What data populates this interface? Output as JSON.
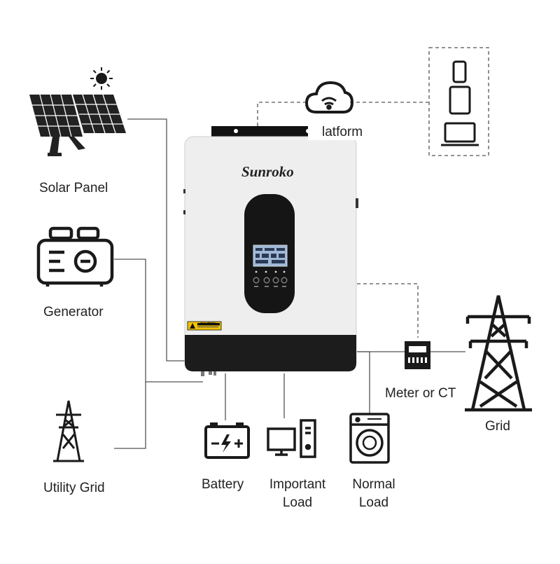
{
  "nodes": {
    "solar_panel": "Solar Panel",
    "generator": "Generator",
    "utility_grid": "Utility Grid",
    "battery": "Battery",
    "important_load_line1": "Important",
    "important_load_line2": "Load",
    "normal_load_line1": "Normal",
    "normal_load_line2": "Load",
    "meter": "Meter or CT",
    "grid": "Grid",
    "platform_partial": "latform"
  },
  "inverter": {
    "brand": "Sunroko",
    "caution_label": "CAUTION"
  },
  "icons": [
    "sun-icon",
    "solar-panel-icon",
    "generator-icon",
    "pylon-icon",
    "battery-icon",
    "computer-icon",
    "washing-machine-icon",
    "meter-icon",
    "cloud-wifi-icon",
    "phone-icon",
    "tablet-icon",
    "laptop-icon"
  ],
  "colors": {
    "line": "#555555",
    "icon": "#1a1a1a",
    "inverter_body": "#eeeeee",
    "inverter_base": "#1c1c1c",
    "caution": "#f2c300"
  }
}
